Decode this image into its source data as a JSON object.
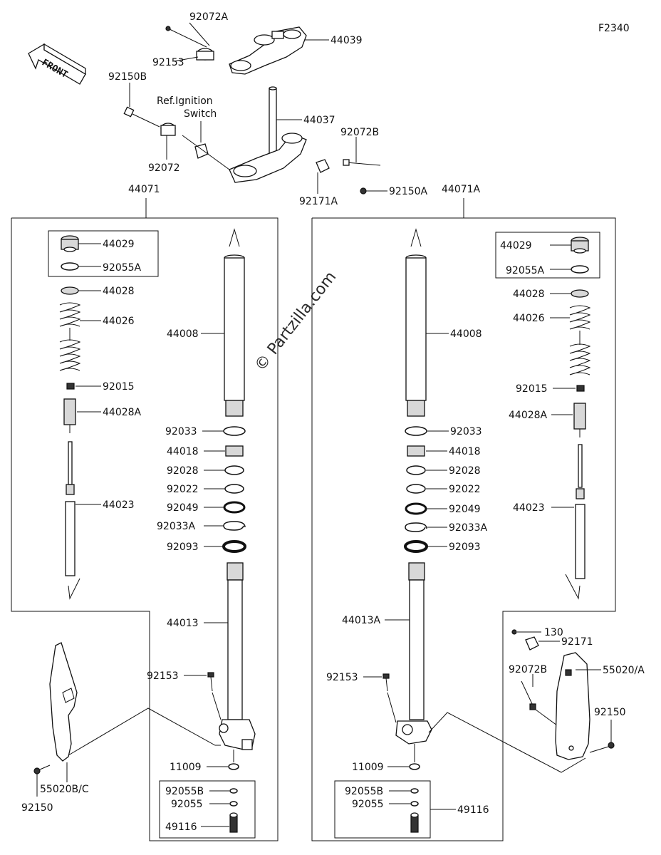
{
  "diagram_code": "F2340",
  "front_label": "FRONT",
  "watermark": "© Partzilla.com",
  "ref_note": {
    "line1": "Ref.Ignition",
    "line2": "Switch"
  },
  "top_labels": {
    "l92072A": "92072A",
    "l92153_top": "92153",
    "l44039": "44039",
    "l92150B": "92150B",
    "l44037": "44037",
    "l92072B_top": "92072B",
    "l92072": "92072",
    "l92171A": "92171A",
    "l92150A": "92150A",
    "l44071": "44071",
    "l44071A": "44071A"
  },
  "left_fork": {
    "l44029": "44029",
    "l92055A": "92055A",
    "l44028": "44028",
    "l44026": "44026",
    "l92015": "92015",
    "l44028A": "44028A",
    "l44023": "44023",
    "l44008": "44008",
    "l92033": "92033",
    "l44018": "44018",
    "l92028": "92028",
    "l92022": "92022",
    "l92049": "92049",
    "l92033A": "92033A",
    "l92093": "92093",
    "l44013": "44013",
    "l92153": "92153",
    "l11009": "11009",
    "l92055B": "92055B",
    "l92055": "92055",
    "l49116": "49116",
    "l55020BC": "55020B/C",
    "l92150": "92150"
  },
  "right_fork": {
    "l44029": "44029",
    "l92055A": "92055A",
    "l44028": "44028",
    "l44026": "44026",
    "l92015": "92015",
    "l44028A": "44028A",
    "l44023": "44023",
    "l44008": "44008",
    "l92033": "92033",
    "l44018": "44018",
    "l92028": "92028",
    "l92022": "92022",
    "l92049": "92049",
    "l92033A": "92033A",
    "l92093": "92093",
    "l44013A": "44013A",
    "l92153": "92153",
    "l11009": "11009",
    "l92055B": "92055B",
    "l92055": "92055",
    "l49116": "49116",
    "l130": "130",
    "l92171": "92171",
    "l92072B": "92072B",
    "l55020A": "55020/A",
    "l92150": "92150"
  }
}
